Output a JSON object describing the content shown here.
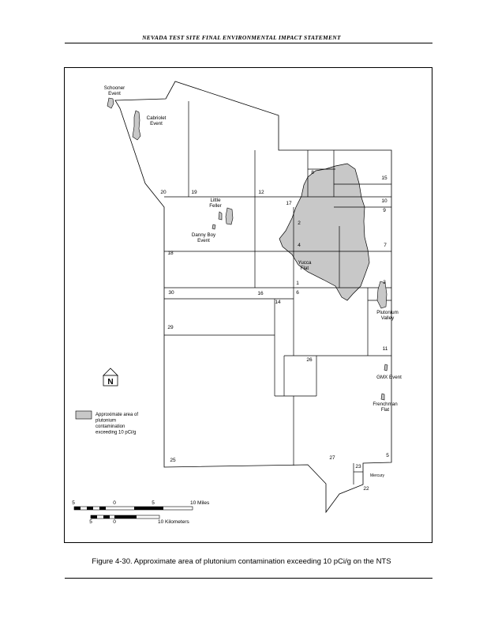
{
  "header": {
    "title": "NEVADA TEST SITE FINAL ENVIRONMENTAL IMPACT STATEMENT"
  },
  "caption": {
    "text": "Figure 4-30.  Approximate area of plutonium contamination exceeding 10 pCi/g on the NTS"
  },
  "legend": {
    "label_lines": [
      "Approximate area of",
      "plutonium",
      "contamination",
      "exceeding 10 pCi/g"
    ],
    "swatch_color": "#c8c8c8"
  },
  "north_arrow": {
    "letter": "N"
  },
  "places": {
    "schooner": [
      "Schooner",
      "Event"
    ],
    "cabriolet": [
      "Cabriolet",
      "Event"
    ],
    "little_feller": [
      "Little",
      "Feller"
    ],
    "danny_boy": [
      "Danny Boy",
      "Event"
    ],
    "yucca_flat": [
      "Yucca",
      "Flat"
    ],
    "plutonium_valley": [
      "Plutonium",
      "Valley"
    ],
    "gmx_event": [
      "GMX Event"
    ],
    "frenchman_flat": [
      "Frenchman",
      "Flat"
    ],
    "mercury": [
      "Mercury"
    ]
  },
  "areas": {
    "a20": "20",
    "a19": "19",
    "a12": "12",
    "a8": "8",
    "a15": "15",
    "a10": "10",
    "a9": "9",
    "a17": "17",
    "a2": "2",
    "a4": "4",
    "a7": "7",
    "a18": "18",
    "a3": "3",
    "a1": "1",
    "a6": "6",
    "a30": "30",
    "a16": "16",
    "a14": "14",
    "a29": "29",
    "a11": "11",
    "a26": "26",
    "a25": "25",
    "a27": "27",
    "a5": "5",
    "a23": "23",
    "a22": "22"
  },
  "scale_bars": {
    "miles": {
      "ticks": [
        "5",
        "0",
        "5",
        "10 Miles"
      ]
    },
    "kilometers": {
      "ticks": [
        "5",
        "0",
        "10 Kilometers"
      ]
    }
  },
  "colors": {
    "contamination_fill": "#c8c8c8",
    "line": "#000000"
  }
}
